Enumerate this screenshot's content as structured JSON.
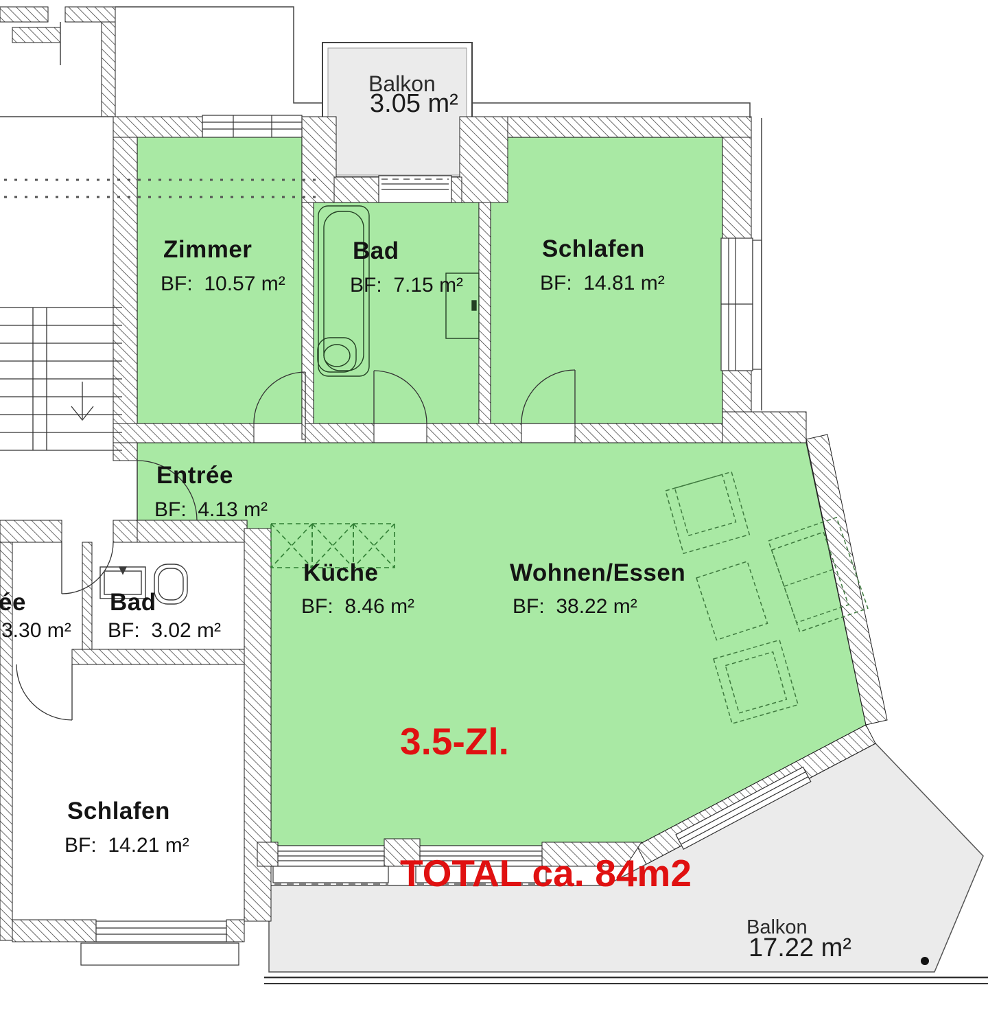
{
  "plan": {
    "total": {
      "line1": "3.5-Zl.",
      "line2": "TOTAL ca. 84m2"
    },
    "rooms": {
      "zimmer": {
        "name": "Zimmer",
        "area": "BF:  10.57 m²"
      },
      "bad": {
        "name": "Bad",
        "area": "BF:  7.15 m²"
      },
      "schlafen": {
        "name": "Schlafen",
        "area": "BF:  14.81 m²"
      },
      "entree": {
        "name": "Entrée",
        "area": "BF:  4.13 m²"
      },
      "kueche": {
        "name": "Küche",
        "area": "BF:  8.46 m²"
      },
      "wohnen": {
        "name": "Wohnen/Essen",
        "area": "BF:  38.22 m²"
      }
    },
    "balconies": {
      "top": {
        "name": "Balkon",
        "area": "3.05 m²"
      },
      "bottom": {
        "name": "Balkon",
        "area": "17.22 m²"
      }
    },
    "neighbor": {
      "entree": {
        "name": "ée",
        "area": "3.30 m²"
      },
      "bad": {
        "name": "Bad",
        "area": "BF:  3.02 m²"
      },
      "schlafen": {
        "name": "Schlafen",
        "area": "BF:  14.21 m²"
      }
    },
    "colors": {
      "highlight": "#a9e9a4",
      "balcony_fill": "#ebebeb",
      "total_text": "#e01111"
    }
  }
}
